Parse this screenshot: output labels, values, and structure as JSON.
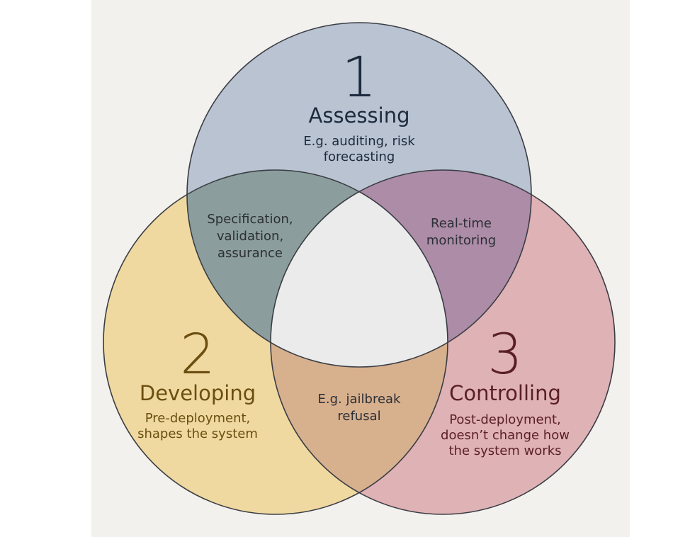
{
  "circles": {
    "assessing": {
      "number": "1",
      "title": "Assessing",
      "desc_lines": [
        "E.g. auditing, risk",
        "forecasting"
      ],
      "fill": "#b9c3d1",
      "text_color": "#1d2a3e"
    },
    "developing": {
      "number": "2",
      "title": "Developing",
      "desc_lines": [
        "Pre-deployment,",
        "shapes the system"
      ],
      "fill": "#efd9a0",
      "text_color": "#6b4e10"
    },
    "controlling": {
      "number": "3",
      "title": "Controlling",
      "desc_lines": [
        "Post-deployment,",
        "doesn’t change how",
        "the system works"
      ],
      "fill": "#dfb2b6",
      "text_color": "#5a1f26"
    }
  },
  "overlaps": {
    "assessing_developing": {
      "lines": [
        "Specification,",
        "validation,",
        "assurance"
      ],
      "fill": "#8b9e9d"
    },
    "assessing_controlling": {
      "lines": [
        "Real-time",
        "monitoring"
      ],
      "fill": "#ad8ca8"
    },
    "developing_controlling": {
      "lines": [
        "E.g. jailbreak",
        "refusal"
      ],
      "fill": "#d7b08e"
    },
    "center": {
      "fill": "#ebebeb"
    }
  }
}
